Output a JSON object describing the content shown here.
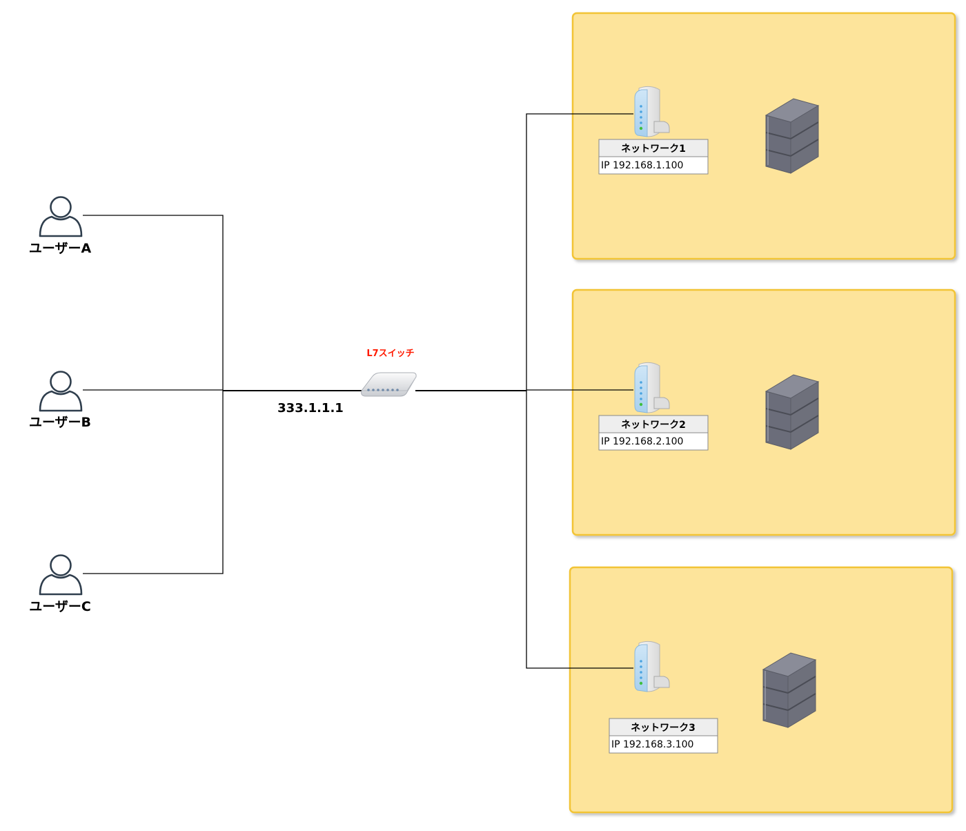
{
  "users": [
    {
      "name": "ユーザーA"
    },
    {
      "name": "ユーザーB"
    },
    {
      "name": "ユーザーC"
    }
  ],
  "switch": {
    "label": "L7スイッチ",
    "ip": "333.1.1.1"
  },
  "networks": [
    {
      "title": "ネットワーク1",
      "ip": "IP 192.168.1.100"
    },
    {
      "title": "ネットワーク2",
      "ip": "IP 192.168.2.100"
    },
    {
      "title": "ネットワーク3",
      "ip": "IP 192.168.3.100"
    }
  ],
  "colors": {
    "zone_fill": "#fde49b",
    "zone_border": "#f2c436",
    "switch_label": "#ff1a00",
    "user_icon": "#2f3e4d",
    "server": "#6b6d7a"
  },
  "icons": {
    "user": "person-outline-icon",
    "switch": "l7-switch-icon",
    "router": "wireless-router-icon",
    "server": "server-rack-icon"
  }
}
